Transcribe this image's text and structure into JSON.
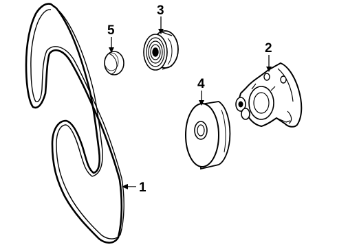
{
  "diagram": {
    "parts": [
      {
        "callout": "1",
        "depicts": "serpentine-belt"
      },
      {
        "callout": "2",
        "depicts": "belt-tensioner"
      },
      {
        "callout": "3",
        "depicts": "grooved-idler-pulley"
      },
      {
        "callout": "4",
        "depicts": "smooth-idler-pulley"
      },
      {
        "callout": "5",
        "depicts": "pulley-dust-cap"
      }
    ],
    "colors": {
      "ink": "#000000",
      "background": "#ffffff"
    }
  }
}
